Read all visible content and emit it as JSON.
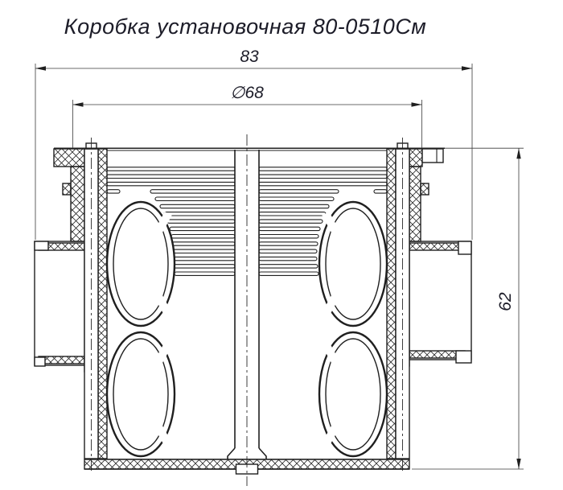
{
  "title": "Коробка установочная 80-0510См",
  "dimensions": {
    "width": {
      "value": "83"
    },
    "diameter": {
      "value": "∅68"
    },
    "height": {
      "value": "62"
    }
  },
  "colors": {
    "background": "#ffffff",
    "line": "#1f1f1f",
    "text": "#1c1c28"
  }
}
